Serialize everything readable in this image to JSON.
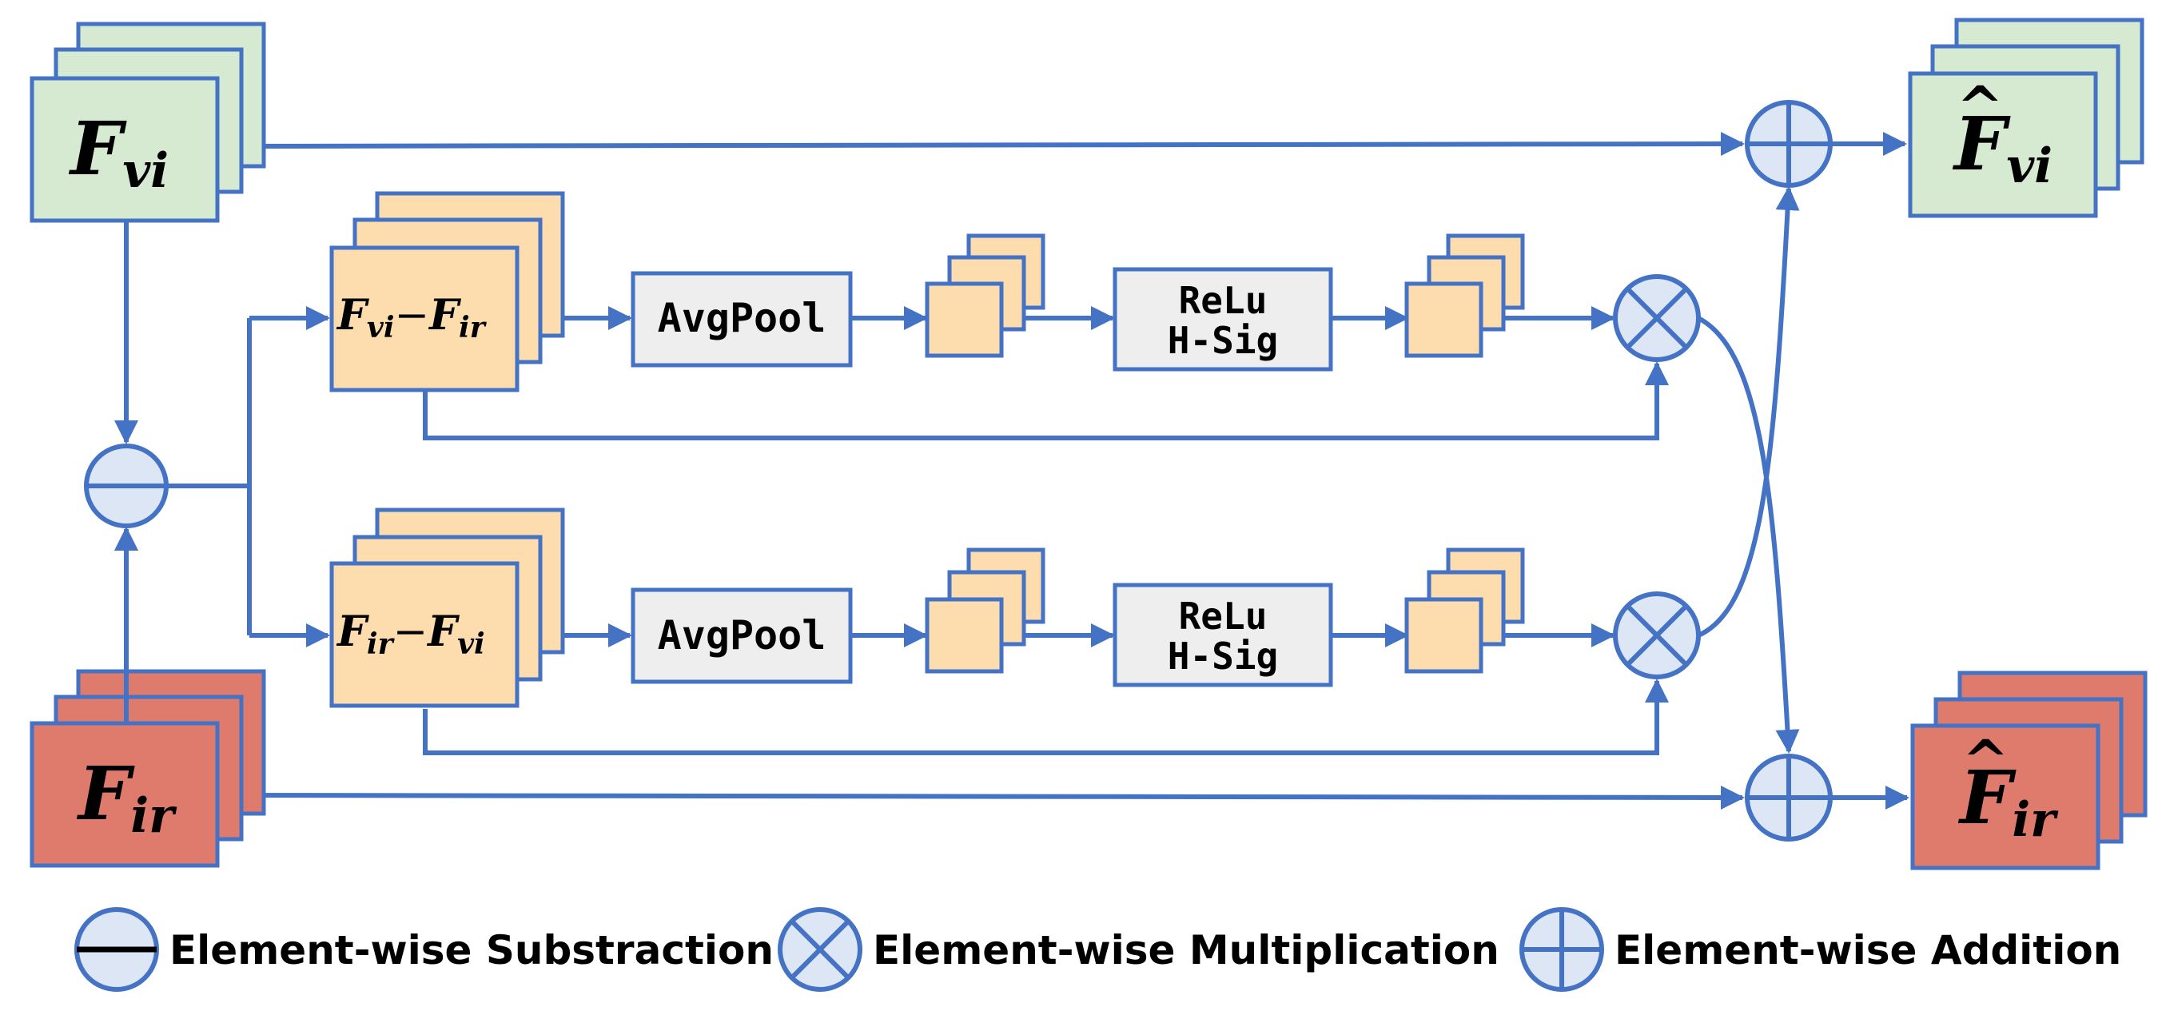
{
  "colors": {
    "line": "#4472c4",
    "vi_fill": "#d6ead2",
    "ir_fill": "#df7b6c",
    "diff_fill": "#fddcae",
    "block_fill": "#eeeeee",
    "op_fill": "#dce6f4"
  },
  "nodes": {
    "f_vi": {
      "base": "F",
      "sub": "vi"
    },
    "f_ir": {
      "base": "F",
      "sub": "ir"
    },
    "f_vi_out": {
      "base": "F",
      "sub": "vi",
      "accent": "^"
    },
    "f_ir_out": {
      "base": "F",
      "sub": "ir",
      "accent": "^"
    },
    "diff_vi_ir": {
      "a": "F",
      "a_sub": "vi",
      "op": "−",
      "b": "F",
      "b_sub": "ir"
    },
    "diff_ir_vi": {
      "a": "F",
      "a_sub": "ir",
      "op": "−",
      "b": "F",
      "b_sub": "vi"
    },
    "avgpool_top": "AvgPool",
    "avgpool_bottom": "AvgPool",
    "act_top": {
      "line1": "ReLu",
      "line2": "H-Sig"
    },
    "act_bottom": {
      "line1": "ReLu",
      "line2": "H-Sig"
    }
  },
  "legend": {
    "subtraction": {
      "label": "Element-wise Substraction",
      "icon": "subtraction-icon"
    },
    "multiplication": {
      "label": "Element-wise Multiplication",
      "icon": "multiplication-icon"
    },
    "addition": {
      "label": "Element-wise Addition",
      "icon": "addition-icon"
    }
  }
}
